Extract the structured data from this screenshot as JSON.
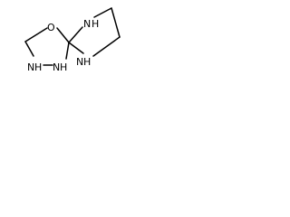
{
  "molecule": {
    "atoms": {
      "o1": "O",
      "n_top_right": "N",
      "n_top_right_h": "H",
      "n_bottom_left": "N",
      "n_bottom_left_h": "H",
      "n_bottom_mid": "N",
      "n_bottom_mid_h": "H",
      "n_bottom_right": "N",
      "n_bottom_right_h": "H"
    },
    "colors": {
      "bond": "#000000",
      "label": "#000000",
      "background": "#ffffff"
    }
  }
}
